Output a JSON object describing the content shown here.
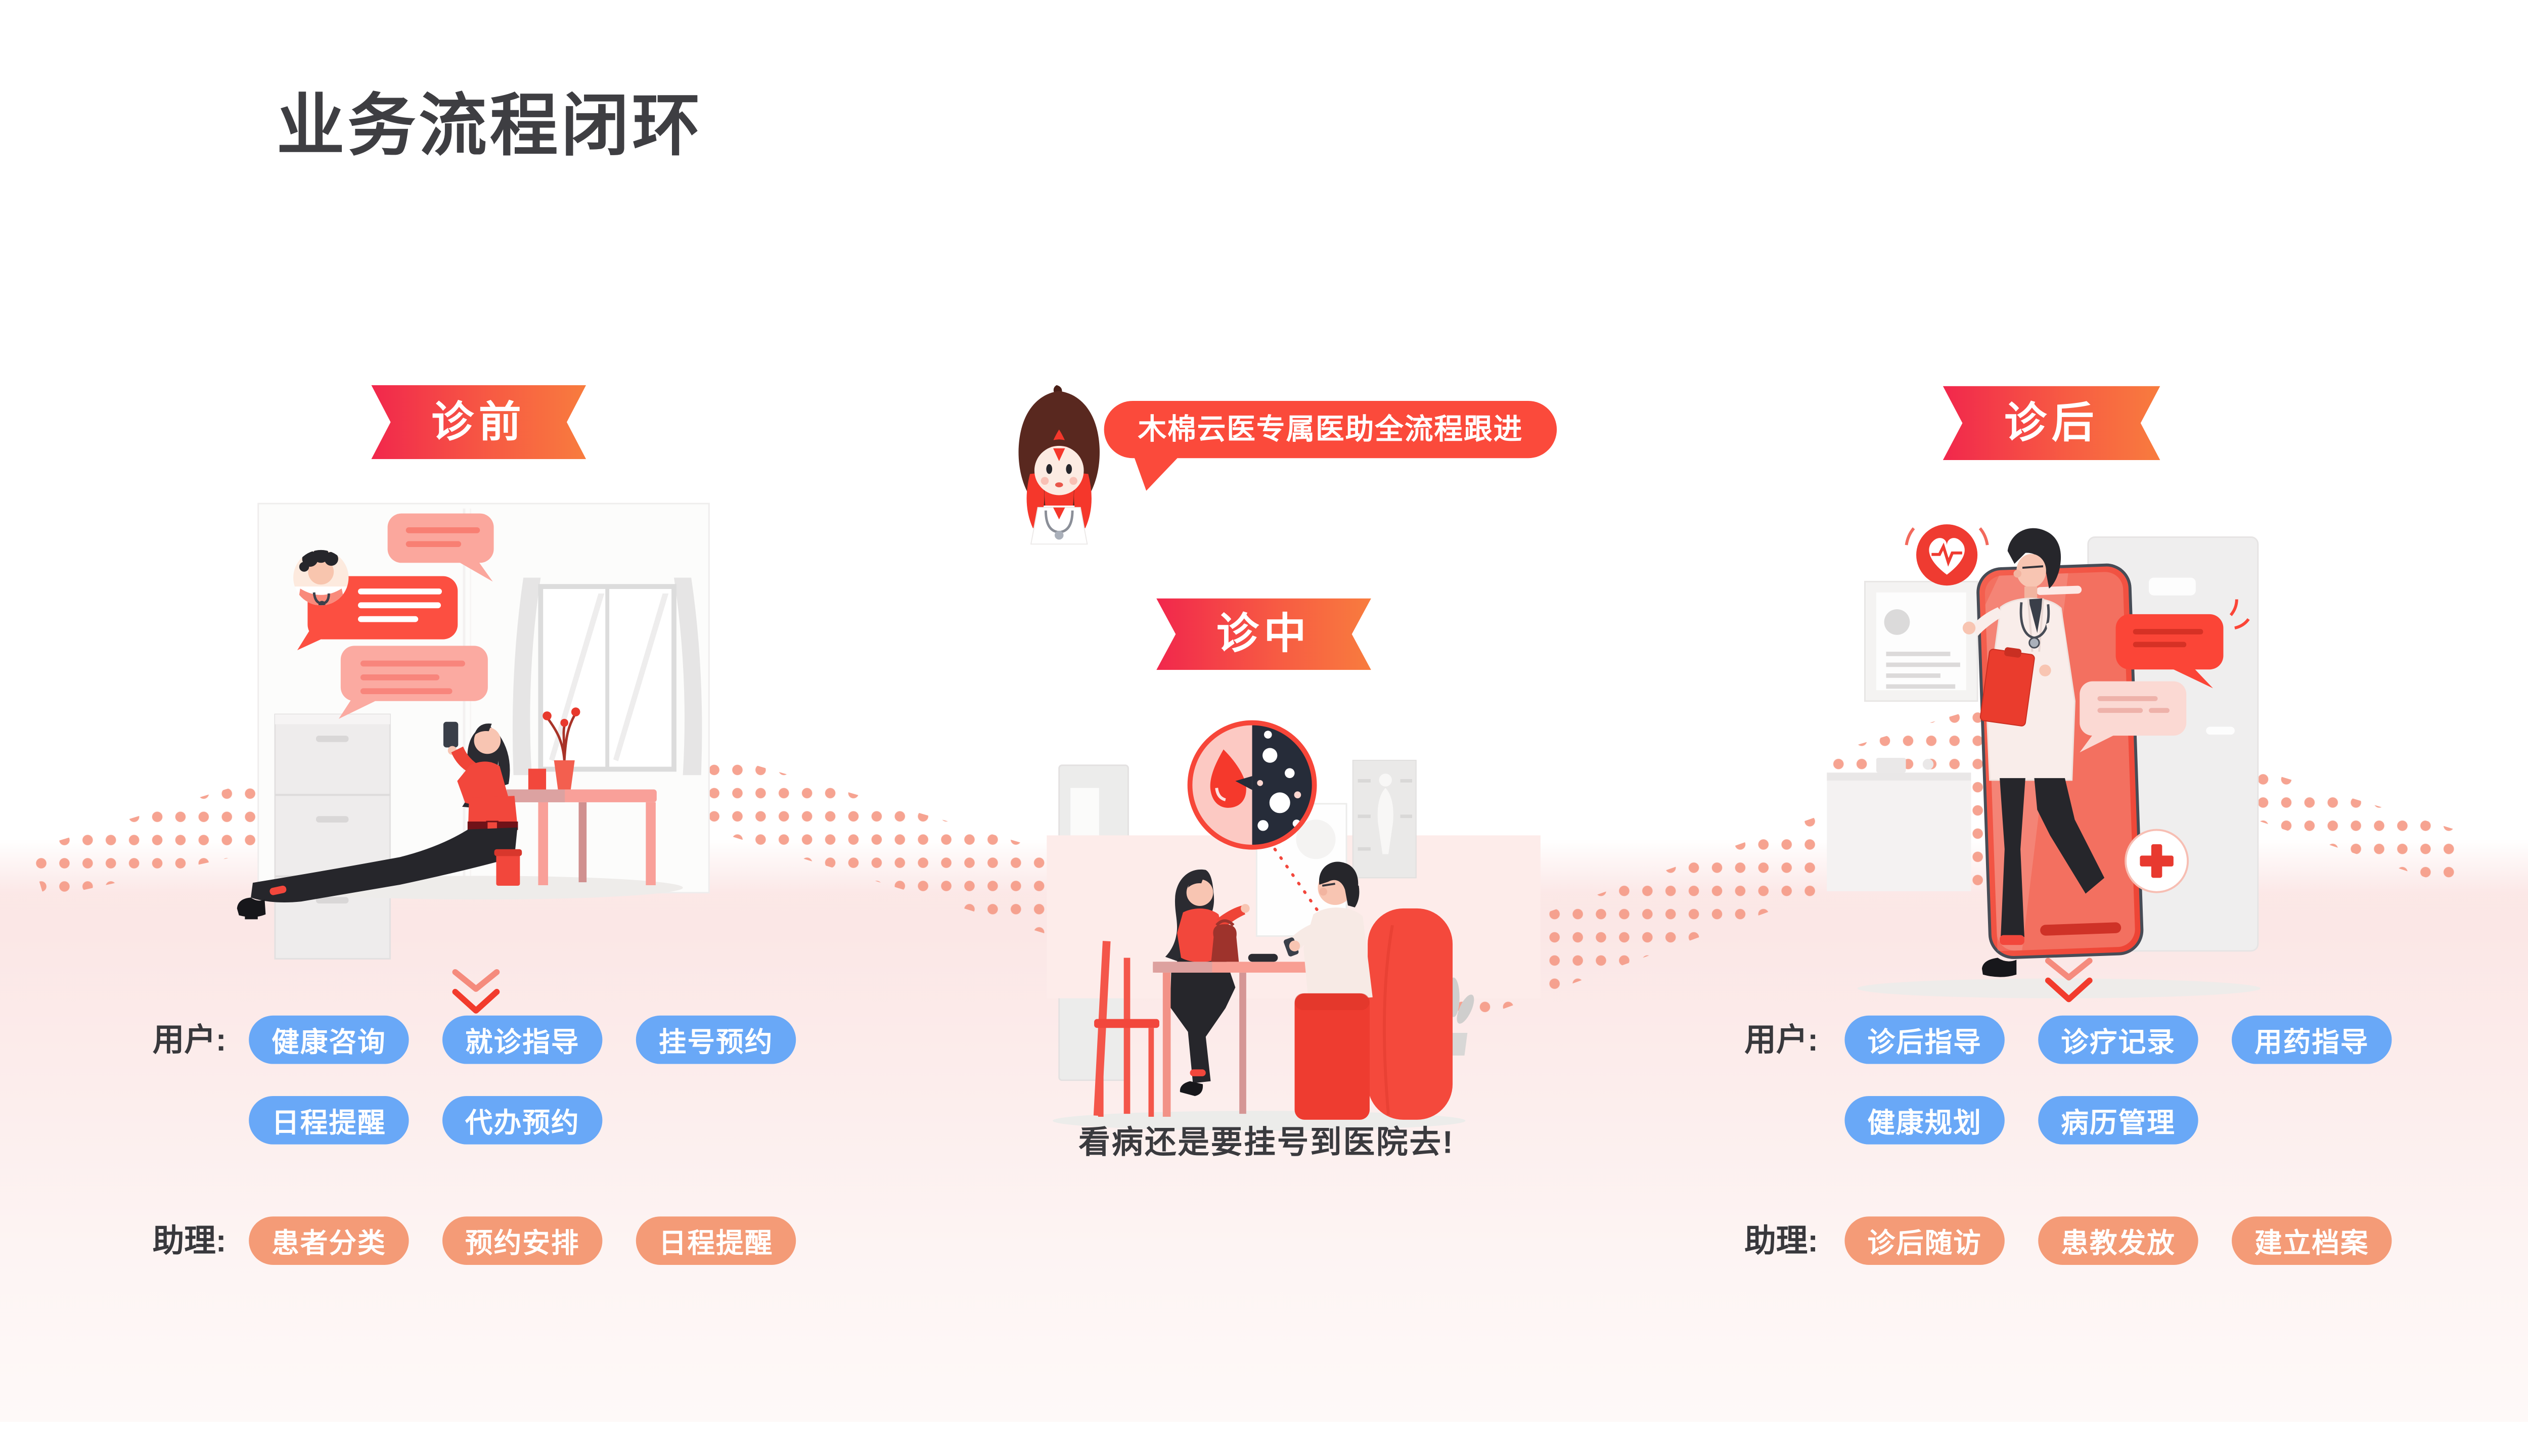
{
  "title": "业务流程闭环",
  "banner": {
    "text": "木棉云医专属医助全流程跟进"
  },
  "stages": {
    "pre": {
      "ribbon": "诊前"
    },
    "mid": {
      "ribbon": "诊中",
      "caption": "看病还是要挂号到医院去!"
    },
    "post": {
      "ribbon": "诊后"
    }
  },
  "tag_groups": {
    "left": {
      "user_label": "用户:",
      "assistant_label": "助理:",
      "user_rows": [
        [
          "健康咨询",
          "就诊指导",
          "挂号预约"
        ],
        [
          "日程提醒",
          "代办预约"
        ]
      ],
      "assistant_rows": [
        [
          "患者分类",
          "预约安排",
          "日程提醒"
        ]
      ]
    },
    "right": {
      "user_label": "用户:",
      "assistant_label": "助理:",
      "user_rows": [
        [
          "诊后指导",
          "诊疗记录",
          "用药指导"
        ],
        [
          "健康规划",
          "病历管理"
        ]
      ],
      "assistant_rows": [
        [
          "诊后随访",
          "患教发放",
          "建立档案"
        ]
      ]
    }
  },
  "icons": {
    "chevron_down": "double-chevron-down",
    "heart_pulse": "heart-pulse-badge",
    "medical_cross": "medical-cross-badge",
    "blood_scope": "blood-sample-magnifier"
  },
  "colors": {
    "user_pill": "#69a8f7",
    "assistant_pill": "#f49b77",
    "ribbon_start": "#f1274c",
    "ribbon_end": "#f87c3e",
    "banner_red": "#fb4a3b",
    "accent_red": "#f2392c",
    "dot_coral": "#f59b87",
    "floor_pink": "#fbe7e6",
    "text_dark": "#3a3a3e"
  }
}
